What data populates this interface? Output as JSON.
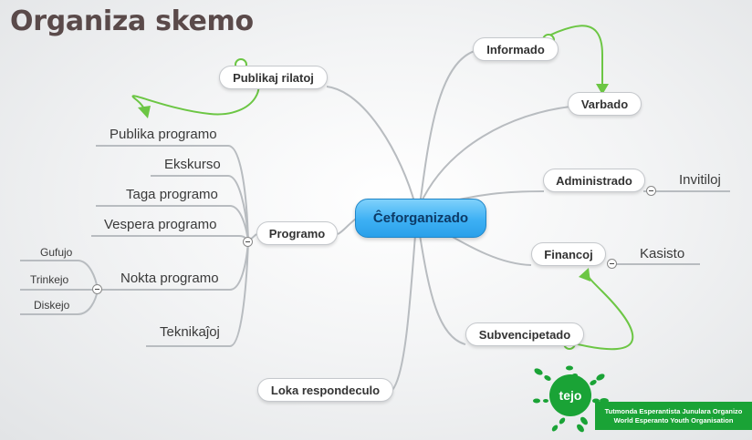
{
  "title": "Organiza skemo",
  "central": "Ĉeforganizado",
  "topics": {
    "informado": "Informado",
    "varbado": "Varbado",
    "administrado": "Administrado",
    "financoj": "Financoj",
    "subvencipetado": "Subvencipetado",
    "publikaj_rilatoj": "Publikaj rilatoj",
    "programo": "Programo",
    "loka_respondeculo": "Loka respondeculo"
  },
  "subtopics": {
    "invitiloj": "Invitiloj",
    "kasisto": "Kasisto",
    "publika_programo": "Publika programo",
    "ekskurso": "Ekskurso",
    "taga_programo": "Taga programo",
    "vespera_programo": "Vespera programo",
    "nokta_programo": "Nokta programo",
    "teknikajoj": "Teknikaĵoj",
    "gufujo": "Gufujo",
    "trinkejo": "Trinkejo",
    "diskejo": "Diskejo"
  },
  "colors": {
    "central_fill": "#3db0f4",
    "relation_arrow": "#6cc644",
    "branch_line": "#b8bcc0",
    "logo_green": "#1aa336"
  },
  "logo": {
    "name": "tejo",
    "line1": "Tutmonda Esperantista Junulara Organizo",
    "line2": "World Esperanto Youth Organisation"
  }
}
